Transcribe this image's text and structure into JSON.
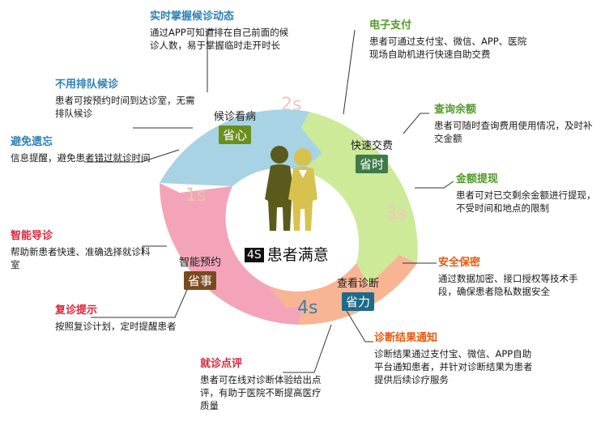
{
  "center": {
    "badge": "4S",
    "title": "患者满意"
  },
  "segments": [
    {
      "name": "候诊看病",
      "tag": "省心",
      "step": "2s",
      "color": "#a7d3e4",
      "tag_color": "#6b8f1c"
    },
    {
      "name": "快速交费",
      "tag": "省时",
      "step": "3s",
      "color": "#cdea99",
      "tag_color": "#3f7a4a"
    },
    {
      "name": "查看诊断",
      "tag": "省力",
      "step": "4s",
      "color": "#f8b594",
      "tag_color": "#1f6a8a"
    },
    {
      "name": "智能预约",
      "tag": "省事",
      "step": "1s",
      "color": "#f3a4b9",
      "tag_color": "#7a4a1e"
    }
  ],
  "callouts": [
    {
      "title": "实时掌握候诊动态",
      "body": "通过APP可知道排在自己前面的候诊人数，易于掌握临时走开时长"
    },
    {
      "title": "电子支付",
      "body": "患者可通过支付宝、微信、APP、医院现场自助机进行快速自助交费"
    },
    {
      "title": "不用排队候诊",
      "body": "患者可按预约时间到达诊室，无需排队候诊"
    },
    {
      "title": "查询余额",
      "body": "患者可随时查询费用使用情况，及时补交金额"
    },
    {
      "title": "避免遗忘",
      "body": "信息提醒，避免患者错过就诊时间"
    },
    {
      "title": "金额提现",
      "body": "患者可对已交剩余金额进行提现，不受时间和地点的限制"
    },
    {
      "title": "智能导诊",
      "body": "帮助新患者快速、准确选择就诊科室"
    },
    {
      "title": "安全保密",
      "body": "通过数据加密、接口授权等技术手段，确保患者隐私数据安全"
    },
    {
      "title": "复诊提示",
      "body": "按照复诊计划，定时提醒患者"
    },
    {
      "title": "诊断结果通知",
      "body": "诊断结果通过支付宝、微信、APP自助平台通知患者，并针对诊断结果为患者提供后续诊疗服务"
    },
    {
      "title": "就诊点评",
      "body": "患者可在线对诊断体验给出点评，有助于医院不断提高医疗质量"
    }
  ]
}
